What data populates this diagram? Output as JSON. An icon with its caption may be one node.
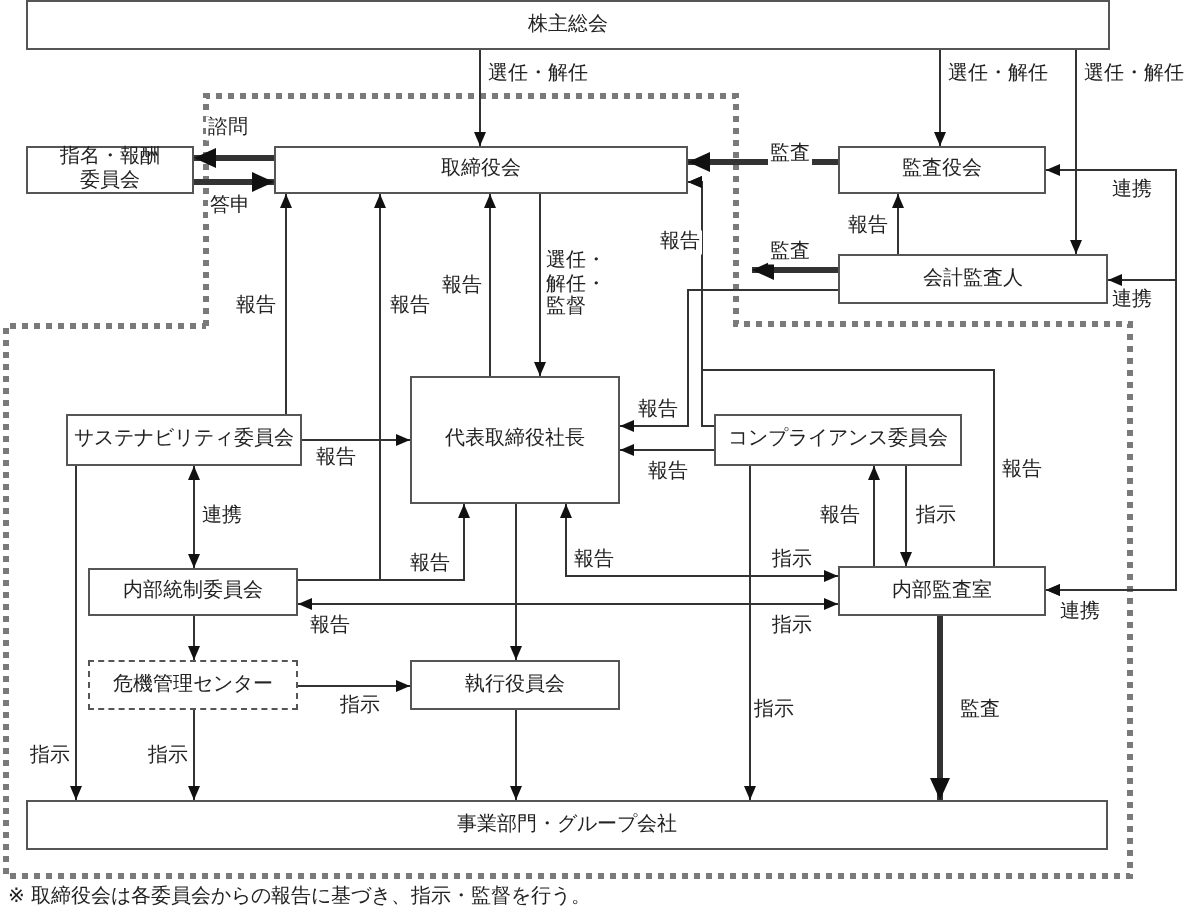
{
  "diagram": {
    "caption": "※ 取締役会は各委員会からの報告に基づき、指示・監督を行う。",
    "nodes": [
      {
        "text": [
          "株主総会"
        ]
      },
      {
        "text": [
          "指名・報酬委員会"
        ]
      },
      {
        "text": [
          "取締役会"
        ]
      },
      {
        "text": [
          "監査役会"
        ]
      },
      {
        "text": [
          "会計監査人"
        ]
      },
      {
        "text": [
          "サステナビリティ委員会"
        ]
      },
      {
        "text": [
          "代表取締役社長"
        ]
      },
      {
        "text": [
          "コンプライアンス委員会"
        ]
      },
      {
        "text": [
          "内部統制委員会"
        ]
      },
      {
        "text": [
          "内部監査室"
        ]
      },
      {
        "text": [
          "危機管理センター"
        ]
      },
      {
        "text": [
          "執行役員会"
        ]
      },
      {
        "text": [
          "事業部門・グループ会社"
        ]
      }
    ],
    "edges": [
      {
        "from": 0,
        "to": 2,
        "arrow": "to",
        "label": "選任・解任"
      },
      {
        "from": 0,
        "to": 3,
        "arrow": "to",
        "label": "選任・解任"
      },
      {
        "from": 0,
        "to": 4,
        "arrow": "to",
        "label": "選任・解任"
      },
      {
        "from": 2,
        "to": 1,
        "arrow": "to",
        "label": "諮問",
        "style": "thick"
      },
      {
        "from": 1,
        "to": 2,
        "arrow": "to",
        "label": "答申",
        "style": "thick"
      },
      {
        "from": 3,
        "to": 2,
        "arrow": "to",
        "label": "監査",
        "style": "thick"
      },
      {
        "from": 4,
        "to": null,
        "arrow": "to",
        "label": "監査",
        "style": "thick"
      },
      {
        "from": 4,
        "to": 3,
        "arrow": "to",
        "label": "報告"
      },
      {
        "from": 9,
        "to": 3,
        "arrow": "both",
        "label": "連携"
      },
      {
        "from": 9,
        "to": 4,
        "arrow": "both",
        "label": "連携"
      },
      {
        "from": 7,
        "to": 2,
        "arrow": "to",
        "label": "報告"
      },
      {
        "from": 9,
        "to": 2,
        "arrow": "to",
        "label": "報告"
      },
      {
        "from": 4,
        "to": 6,
        "arrow": "to",
        "label": "報告"
      },
      {
        "from": 7,
        "to": 6,
        "arrow": "to",
        "label": "報告"
      },
      {
        "from": 5,
        "to": 2,
        "arrow": "to",
        "label": "報告"
      },
      {
        "from": 8,
        "to": 2,
        "arrow": "to",
        "label": "報告"
      },
      {
        "from": 8,
        "to": 6,
        "arrow": "to",
        "label": "報告"
      },
      {
        "from": 6,
        "to": 2,
        "arrow": "to",
        "label": "報告"
      },
      {
        "from": 2,
        "to": 6,
        "arrow": "to",
        "label": "選任・解任・監督"
      },
      {
        "from": 5,
        "to": 6,
        "arrow": "to",
        "label": "報告"
      },
      {
        "from": 5,
        "to": 8,
        "arrow": "both",
        "label": "連携"
      },
      {
        "from": 6,
        "to": 9,
        "arrow": "both",
        "label": "指示"
      },
      {
        "from": 8,
        "to": 9,
        "arrow": "both",
        "label": "指示"
      },
      {
        "from": 9,
        "to": 7,
        "arrow": "to",
        "label": "報告"
      },
      {
        "from": 7,
        "to": 9,
        "arrow": "to",
        "label": "指示"
      },
      {
        "from": 7,
        "to": 12,
        "arrow": "to",
        "label": "指示"
      },
      {
        "from": 9,
        "to": 12,
        "arrow": "to",
        "label": "監査",
        "style": "thick"
      },
      {
        "from": 5,
        "to": 12,
        "arrow": "to",
        "label": "指示"
      },
      {
        "from": 10,
        "to": 12,
        "arrow": "to",
        "label": "指示"
      },
      {
        "from": 8,
        "to": 10,
        "arrow": "to"
      },
      {
        "from": 10,
        "to": 11,
        "arrow": "to",
        "label": "指示"
      },
      {
        "from": 6,
        "to": 11,
        "arrow": "to"
      },
      {
        "from": 11,
        "to": 12,
        "arrow": "to"
      }
    ],
    "labels": [
      "報告",
      "連携",
      "報告"
    ]
  }
}
